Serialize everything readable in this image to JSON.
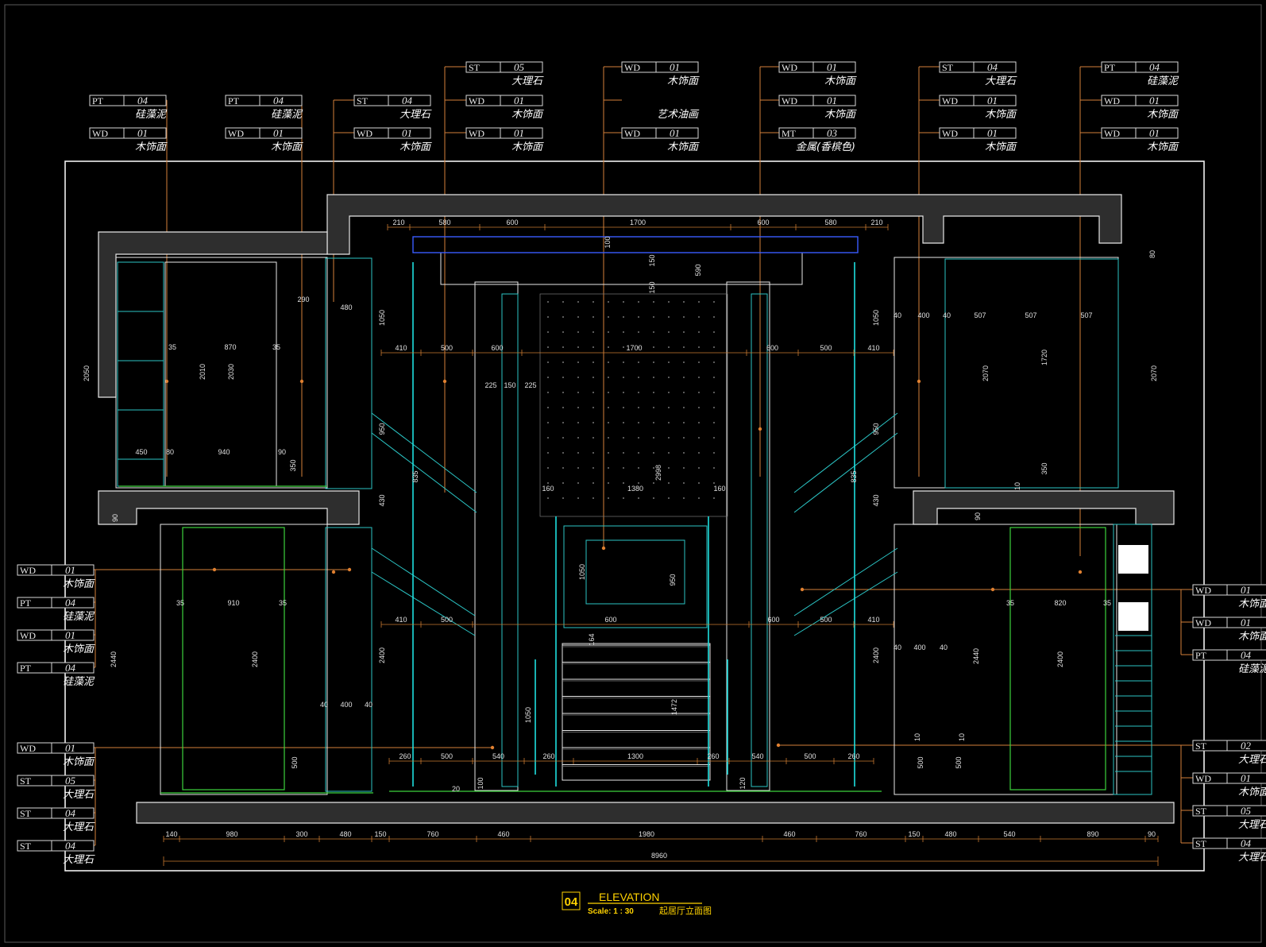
{
  "drawing": {
    "number": "04",
    "title": "ELEVATION",
    "scale_label": "Scale: 1 : 30",
    "subtitle": "起居厅立面图"
  },
  "colors": {
    "background": "#000000",
    "leader": "#d4803a",
    "cyan": "#2bc4c4",
    "blue": "#3a5cff",
    "wall": "#2e2e2e",
    "title_yellow": "#ffd200"
  },
  "tags_top": [
    {
      "code": "PT",
      "num": "04",
      "mat": "硅藻泥"
    },
    {
      "code": "WD",
      "num": "01",
      "mat": "木饰面"
    },
    {
      "code": "PT",
      "num": "04",
      "mat": "硅藻泥"
    },
    {
      "code": "WD",
      "num": "01",
      "mat": "木饰面"
    },
    {
      "code": "ST",
      "num": "04",
      "mat": "大理石"
    },
    {
      "code": "WD",
      "num": "01",
      "mat": "木饰面"
    },
    {
      "code": "ST",
      "num": "05",
      "mat": "大理石"
    },
    {
      "code": "WD",
      "num": "01",
      "mat": "木饰面"
    },
    {
      "code": "WD",
      "num": "01",
      "mat": "木饰面"
    },
    {
      "code": "WD",
      "num": "01",
      "mat": "木饰面"
    },
    {
      "code": "",
      "num": "",
      "mat": "艺术油画"
    },
    {
      "code": "WD",
      "num": "01",
      "mat": "木饰面"
    },
    {
      "code": "WD",
      "num": "01",
      "mat": "木饰面"
    },
    {
      "code": "WD",
      "num": "01",
      "mat": "木饰面"
    },
    {
      "code": "MT",
      "num": "03",
      "mat": "金属(香槟色)"
    },
    {
      "code": "ST",
      "num": "04",
      "mat": "大理石"
    },
    {
      "code": "WD",
      "num": "01",
      "mat": "木饰面"
    },
    {
      "code": "WD",
      "num": "01",
      "mat": "木饰面"
    },
    {
      "code": "PT",
      "num": "04",
      "mat": "硅藻泥"
    },
    {
      "code": "WD",
      "num": "01",
      "mat": "木饰面"
    },
    {
      "code": "WD",
      "num": "01",
      "mat": "木饰面"
    }
  ],
  "tags_left": [
    {
      "code": "WD",
      "num": "01",
      "mat": "木饰面"
    },
    {
      "code": "PT",
      "num": "04",
      "mat": "硅藻泥"
    },
    {
      "code": "WD",
      "num": "01",
      "mat": "木饰面"
    },
    {
      "code": "PT",
      "num": "04",
      "mat": "硅藻泥"
    },
    {
      "code": "WD",
      "num": "01",
      "mat": "木饰面"
    },
    {
      "code": "ST",
      "num": "05",
      "mat": "大理石"
    },
    {
      "code": "ST",
      "num": "04",
      "mat": "大理石"
    },
    {
      "code": "ST",
      "num": "04",
      "mat": "大理石"
    }
  ],
  "tags_right": [
    {
      "code": "WD",
      "num": "01",
      "mat": "木饰面"
    },
    {
      "code": "WD",
      "num": "01",
      "mat": "木饰面"
    },
    {
      "code": "PT",
      "num": "04",
      "mat": "硅藻泥"
    },
    {
      "code": "ST",
      "num": "02",
      "mat": "大理石"
    },
    {
      "code": "WD",
      "num": "01",
      "mat": "木饰面"
    },
    {
      "code": "ST",
      "num": "05",
      "mat": "大理石"
    },
    {
      "code": "ST",
      "num": "04",
      "mat": "大理石"
    }
  ],
  "dims_top": [
    "210",
    "580",
    "600",
    "1700",
    "600",
    "580",
    "210"
  ],
  "dims_upper_row": [
    "410",
    "500",
    "600",
    "1700",
    "600",
    "500",
    "410"
  ],
  "dims_mid_row": [
    "410",
    "500",
    "600",
    "600",
    "500",
    "410"
  ],
  "dims_bottom_chain": [
    "140",
    "980",
    "300",
    "480",
    "150",
    "760",
    "460",
    "1980",
    "460",
    "760",
    "150",
    "480",
    "540",
    "890",
    "90"
  ],
  "dim_total": "8960",
  "dims_stairs_bottom": [
    "260",
    "500",
    "540",
    "260",
    "1300",
    "260",
    "540",
    "500",
    "260"
  ],
  "dims_misc": {
    "left_upper": [
      "35",
      "870",
      "35",
      "2010",
      "2030",
      "2050",
      "450",
      "80",
      "940",
      "90",
      "350",
      "290",
      "480",
      "1050",
      "950",
      "835",
      "430",
      "2400",
      "1050"
    ],
    "left_lower": [
      "90",
      "35",
      "910",
      "35",
      "2400",
      "2440",
      "40",
      "400",
      "40",
      "500",
      "20",
      "100"
    ],
    "center": [
      "100",
      "150",
      "150",
      "590",
      "225",
      "150",
      "225",
      "2998",
      "160",
      "1380",
      "160",
      "1050",
      "950",
      "164",
      "1472",
      "120"
    ],
    "right_upper": [
      "40",
      "400",
      "40",
      "507",
      "507",
      "507",
      "1720",
      "2070",
      "2070",
      "80",
      "350",
      "10",
      "1050",
      "950",
      "835",
      "430"
    ],
    "right_lower": [
      "90",
      "35",
      "820",
      "35",
      "2440",
      "2400",
      "40",
      "400",
      "40",
      "10",
      "10",
      "500",
      "500",
      "2400"
    ]
  }
}
